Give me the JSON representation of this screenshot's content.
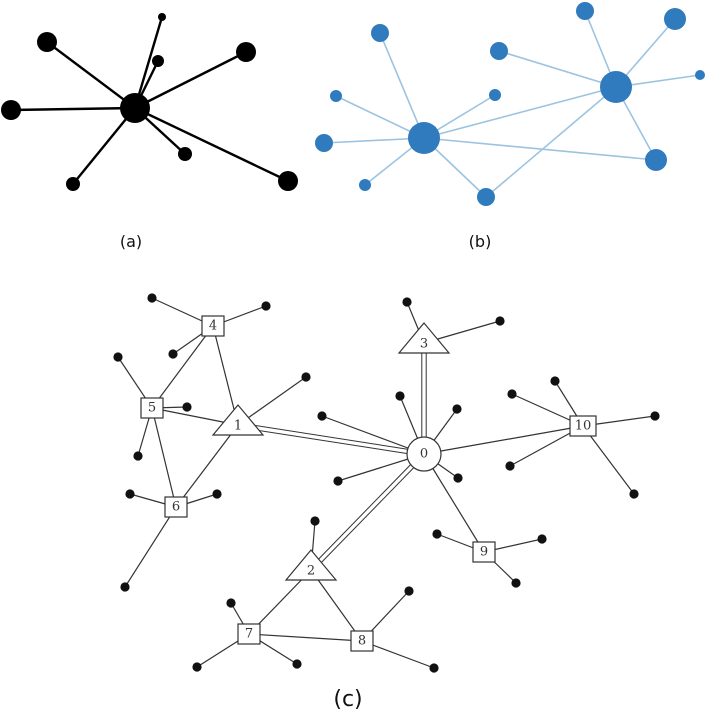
{
  "captions": {
    "a": "(a)",
    "b": "(b)",
    "c": "(c)"
  },
  "colors": {
    "panel_a": "#000000",
    "panel_b_node": "#2f7bbd",
    "panel_b_edge": "#9cc3e0",
    "panel_c_edge": "#333333",
    "panel_c_node_fill": "#ffffff",
    "panel_c_leaf": "#111111"
  },
  "panel_c": {
    "nodes": [
      {
        "id": "0",
        "label": "0",
        "shape": "circle"
      },
      {
        "id": "1",
        "label": "1",
        "shape": "triangle"
      },
      {
        "id": "2",
        "label": "2",
        "shape": "triangle"
      },
      {
        "id": "3",
        "label": "3",
        "shape": "triangle"
      },
      {
        "id": "4",
        "label": "4",
        "shape": "square"
      },
      {
        "id": "5",
        "label": "5",
        "shape": "square"
      },
      {
        "id": "6",
        "label": "6",
        "shape": "square"
      },
      {
        "id": "7",
        "label": "7",
        "shape": "square"
      },
      {
        "id": "8",
        "label": "8",
        "shape": "square"
      },
      {
        "id": "9",
        "label": "9",
        "shape": "square"
      },
      {
        "id": "10",
        "label": "10",
        "shape": "square"
      }
    ]
  }
}
